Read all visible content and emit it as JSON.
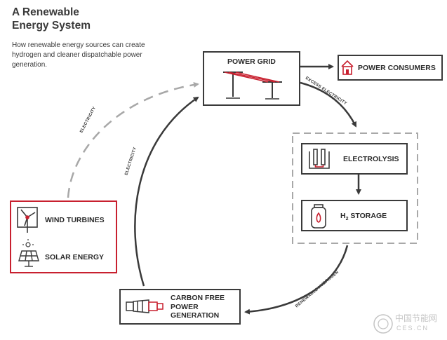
{
  "header": {
    "title_line1": "A Renewable",
    "title_line2": "Energy System",
    "subtitle": "How renewable energy sources can create hydrogen and cleaner dispatchable power generation."
  },
  "nodes": {
    "power_grid": "POWER GRID",
    "power_consumers": "POWER CONSUMERS",
    "electrolysis": "ELECTROLYSIS",
    "h2_storage_h": "H",
    "h2_storage_sub": "2",
    "h2_storage_rest": " STORAGE",
    "wind_turbines": "WIND TURBINES",
    "solar_energy": "SOLAR ENERGY",
    "carbon_free_line1": "CARBON FREE",
    "carbon_free_line2": "POWER",
    "carbon_free_line3": "GENERATION"
  },
  "edges": {
    "electricity_dashed": "ELECTRICITY",
    "electricity_solid": "ELECTRICITY",
    "excess_electricity": "EXCESS ELECTRICITY",
    "renewable_hydrogen": "RENEWABLE HYDROGEN"
  },
  "watermark": {
    "cn": "中国节能网",
    "url": "CES.CN"
  },
  "colors": {
    "accent": "#c8202f",
    "line": "#3a3a3a",
    "dashed": "#a8a8a8"
  }
}
